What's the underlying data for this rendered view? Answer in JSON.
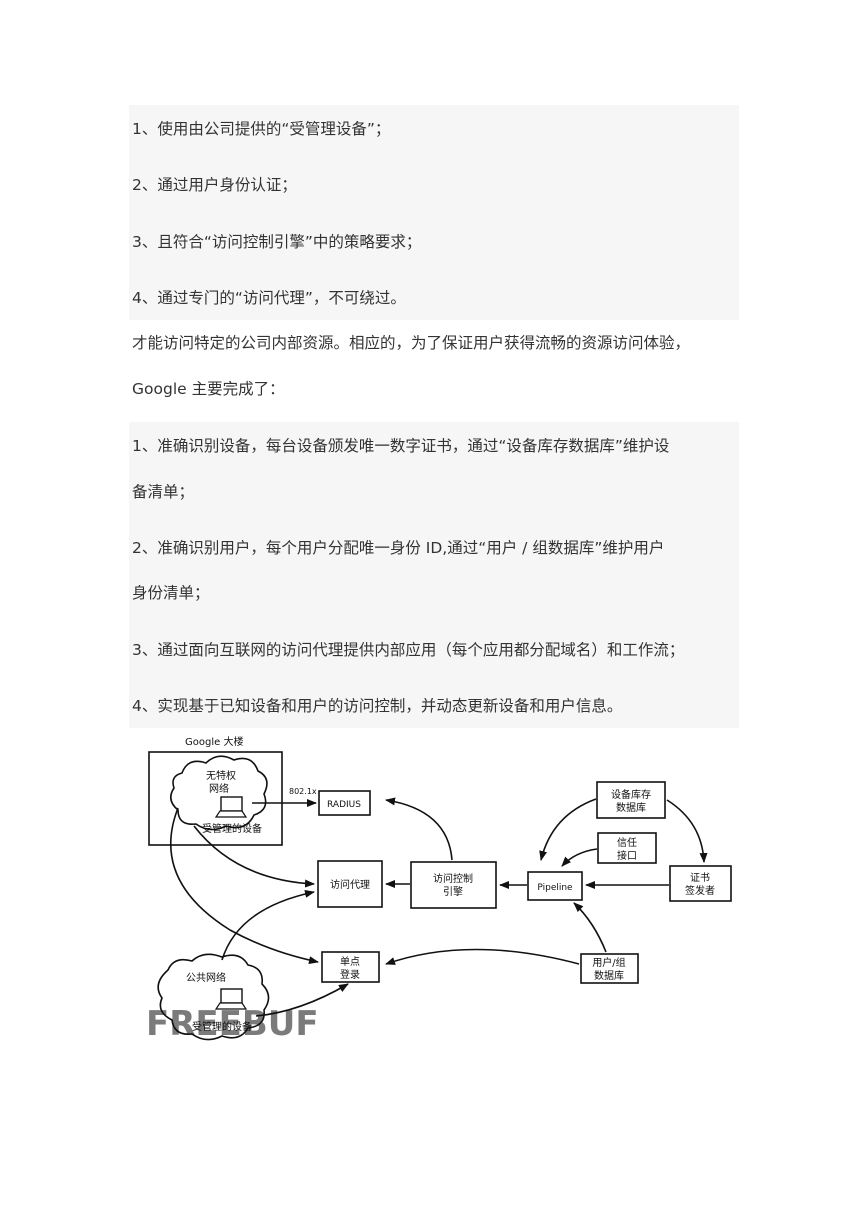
{
  "requirements": {
    "items": [
      "1、使用由公司提供的“受管理设备”；",
      "2、通过用户身份认证；",
      "3、且符合“访问控制引擎”中的策略要求；",
      "4、通过专门的“访问代理”，不可绕过。"
    ]
  },
  "paragraph": {
    "line1": "才能访问特定的公司内部资源。相应的，为了保证用户获得流畅的资源访问体验，",
    "line2": "Google 主要完成了："
  },
  "accomplishments": {
    "item1_line1": "1、准确识别设备，每台设备颁发唯一数字证书，通过“设备库存数据库”维护设",
    "item1_line2": "备清单；",
    "item2_line1": "2、准确识别用户，每个用户分配唯一身份 ID,通过“用户 / 组数据库”维护用户",
    "item2_line2": "身份清单；",
    "item3": "3、通过面向互联网的访问代理提供内部应用（每个应用都分配域名）和工作流；",
    "item4": "4、实现基于已知设备和用户的访问控制，并动态更新设备和用户信息。"
  },
  "diagram": {
    "building_label": "Google 大楼",
    "unprivileged_network": [
      "无特权",
      "网络"
    ],
    "managed_device_inside": "受管理的设备",
    "protocol_label": "802.1x",
    "radius": "RADIUS",
    "access_proxy": "访问代理",
    "access_engine": [
      "访问控制",
      "引擎"
    ],
    "pipeline": "Pipeline",
    "device_inventory": [
      "设备库存",
      "数据库"
    ],
    "trust_interface": [
      "信任",
      "接口"
    ],
    "cert_issuer": [
      "证书",
      "签发者"
    ],
    "sso": [
      "单点",
      "登录"
    ],
    "user_group_db": [
      "用户/组",
      "数据库"
    ],
    "public_network": "公共网络",
    "managed_device_outside": "受管理的设备",
    "watermark": "FREEBUF"
  }
}
